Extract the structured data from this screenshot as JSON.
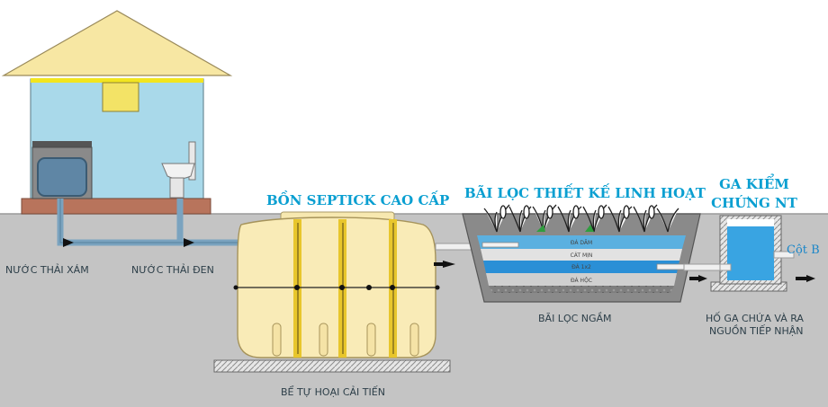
{
  "labels": {
    "grey_water": "NƯỚC THẢI XÁM",
    "black_water": "NƯỚC THẢI ĐEN",
    "septic_title": "BỒN SEPTICK CAO CẤP",
    "septic_caption": "BỂ TỰ HOẠI CẢI TIẾN",
    "filter_title": "BÃI LỌC THIẾT KẾ LINH HOẠT",
    "filter_caption": "BÃI LỌC NGẦM",
    "manhole_title_line1": "GA KIỂM",
    "manhole_title_line2": "CHỨNG NT",
    "manhole_caption_line1": "HỐ GA CHỨA VÀ RA",
    "manhole_caption_line2": "NGUỒN TIẾP NHẬN",
    "column_b": "Cột B"
  },
  "filter_layers": [
    "ĐÁ DĂM",
    "CÁT MỊN",
    "ĐÁ 1x2",
    "ĐÁ HỘC"
  ],
  "colors": {
    "sky": "#ffffff",
    "ground": "#c4c4c4",
    "house_wall": "#a9d9ea",
    "roof": "#f7e7a3",
    "house_base": "#b8745c",
    "pipe": "#7aa3bf",
    "tank": "#f9ebb7",
    "tank_rib": "#e8c62c",
    "water": "#39a4e2",
    "title_blue": "#0a9fd1"
  },
  "icons": {
    "sink": "kitchen-sink-icon",
    "toilet": "toilet-icon",
    "reeds": "reed-plants-icon",
    "flow": "flow-arrow-icon"
  }
}
